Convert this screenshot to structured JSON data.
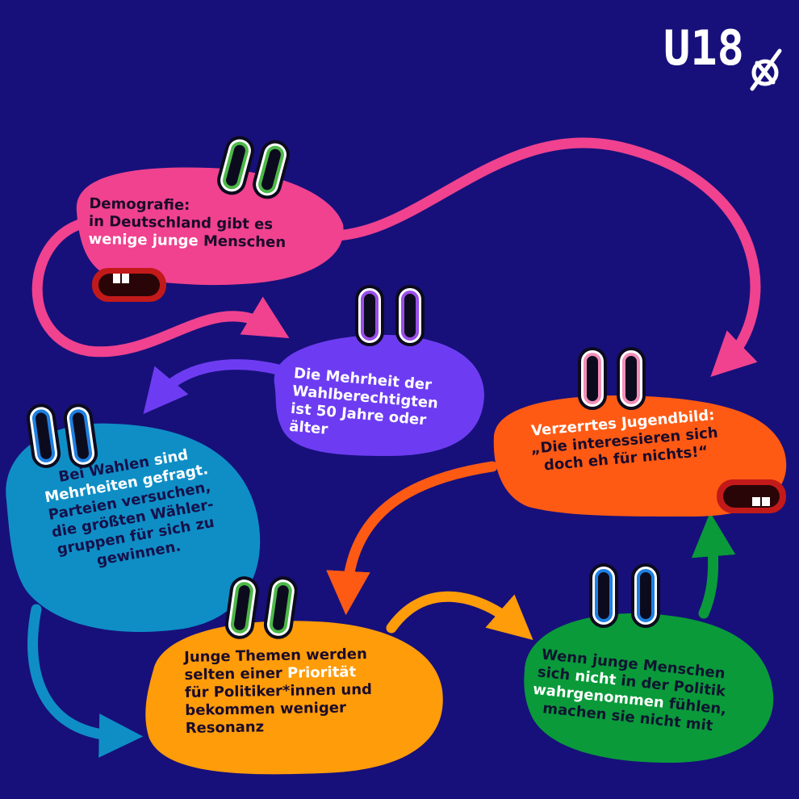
{
  "logo": {
    "text": "U18",
    "mark": "crossed-circle-icon"
  },
  "colors": {
    "background": "#17107a",
    "pink": "#f0428f",
    "purple": "#6d3cf2",
    "blue": "#0f8ec6",
    "orange_red": "#ff5a14",
    "orange": "#ff9c0a",
    "green": "#0a9a3a"
  },
  "nodes": {
    "demografie": {
      "lines": [
        [
          {
            "t": "Demografie:",
            "c": "dark"
          }
        ],
        [
          {
            "t": "in Deutschland gibt es",
            "c": "dark"
          }
        ],
        [
          {
            "t": "wenige junge",
            "c": "white"
          },
          {
            "t": " Menschen",
            "c": "dark"
          }
        ]
      ]
    },
    "mehrheit": {
      "lines": [
        [
          {
            "t": "Die Mehrheit der",
            "c": "white"
          }
        ],
        [
          {
            "t": "Wahlberechtigten",
            "c": "white"
          }
        ],
        [
          {
            "t": "ist ",
            "c": "white"
          },
          {
            "t": "50 Jahre oder",
            "c": "white"
          }
        ],
        [
          {
            "t": "älter",
            "c": "white"
          }
        ]
      ]
    },
    "wahlen": {
      "lines": [
        [
          {
            "t": "Bei Wahlen ",
            "c": "dark"
          },
          {
            "t": "sind",
            "c": "white"
          }
        ],
        [
          {
            "t": "Mehrheiten gefragt.",
            "c": "white"
          }
        ],
        [
          {
            "t": "Parteien versuchen,",
            "c": "dark"
          }
        ],
        [
          {
            "t": "die größten Wähler-",
            "c": "dark"
          }
        ],
        [
          {
            "t": "gruppen für sich zu",
            "c": "dark"
          }
        ],
        [
          {
            "t": "gewinnen.",
            "c": "dark"
          }
        ]
      ]
    },
    "jugendbild": {
      "lines": [
        [
          {
            "t": "Verzerrtes Jugendbild:",
            "c": "white"
          }
        ],
        [
          {
            "t": "„Die interessieren sich",
            "c": "dark"
          }
        ],
        [
          {
            "t": "doch eh für nichts!“",
            "c": "dark"
          }
        ]
      ]
    },
    "themen": {
      "lines": [
        [
          {
            "t": "Junge Themen werden",
            "c": "dark"
          }
        ],
        [
          {
            "t": "selten einer ",
            "c": "dark"
          },
          {
            "t": "Priorität",
            "c": "white"
          }
        ],
        [
          {
            "t": "für Politiker*innen und",
            "c": "dark"
          }
        ],
        [
          {
            "t": "bekommen weniger",
            "c": "dark"
          }
        ],
        [
          {
            "t": "Resonanz",
            "c": "dark"
          }
        ]
      ]
    },
    "wahrgenommen": {
      "lines": [
        [
          {
            "t": "Wenn junge Menschen",
            "c": "dark"
          }
        ],
        [
          {
            "t": "sich ",
            "c": "dark"
          },
          {
            "t": "nicht",
            "c": "white"
          },
          {
            "t": " in der Politik",
            "c": "dark"
          }
        ],
        [
          {
            "t": "wahrgenommen",
            "c": "white"
          },
          {
            "t": " fühlen,",
            "c": "dark"
          }
        ],
        [
          {
            "t": "machen sie nicht mit",
            "c": "dark"
          }
        ]
      ]
    }
  }
}
